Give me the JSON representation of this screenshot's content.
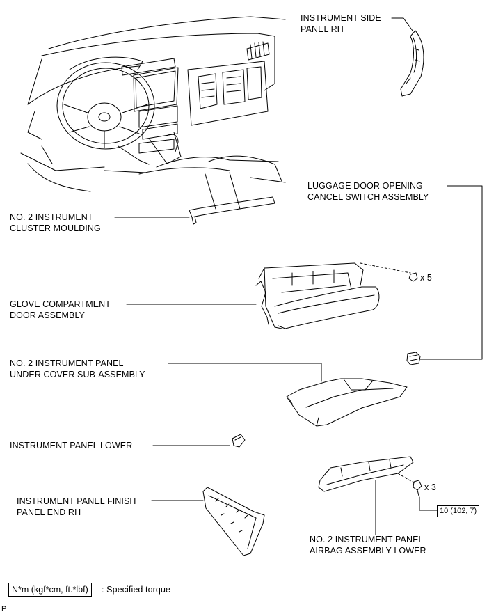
{
  "labels": {
    "instrument_side_panel_rh": "INSTRUMENT SIDE\nPANEL RH",
    "luggage_door_switch": "LUGGAGE DOOR OPENING\nCANCEL SWITCH ASSEMBLY",
    "cluster_moulding": "NO. 2 INSTRUMENT\nCLUSTER MOULDING",
    "glove_compartment": "GLOVE COMPARTMENT\nDOOR ASSEMBLY",
    "under_cover": "NO. 2 INSTRUMENT PANEL\nUNDER COVER SUB-ASSEMBLY",
    "panel_lower": "INSTRUMENT PANEL LOWER",
    "finish_panel_end": "INSTRUMENT PANEL FINISH\nPANEL END RH",
    "airbag_lower": "NO. 2 INSTRUMENT PANEL\nAIRBAG ASSEMBLY LOWER"
  },
  "fasteners": {
    "clip_qty": "x 5",
    "bolt_qty": "x 3",
    "bolt_torque": "10 (102, 7)"
  },
  "legend": {
    "unit_box": "N*m (kgf*cm, ft.*lbf)",
    "description": ": Specified torque"
  },
  "footer_code": "P"
}
